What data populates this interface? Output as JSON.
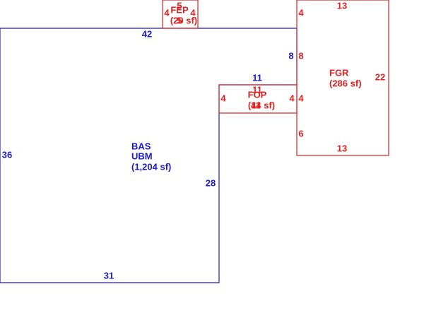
{
  "colors": {
    "main_structure": "#1a1acc",
    "addition": "#dd2222"
  },
  "areas": {
    "bas": {
      "code": "BAS",
      "subcode": "UBM",
      "area": "(1,204 sf)"
    },
    "fep": {
      "code": "FEP",
      "area": "(20 sf)"
    },
    "fop": {
      "code": "FOP",
      "area": "(44 sf)"
    },
    "fgr": {
      "code": "FGR",
      "area": "(286 sf)"
    }
  },
  "dimensions": {
    "bas_top": "42",
    "bas_left": "36",
    "bas_bottom": "31",
    "bas_right_lower": "28",
    "bas_right_upper": "8",
    "bas_notch_top": "11",
    "fep_top": "5",
    "fep_left": "4",
    "fep_right": "4",
    "fep_bottom": "5",
    "fop_top": "11",
    "fop_bottom": "11",
    "fop_left": "4",
    "fop_right": "4",
    "fgr_top": "13",
    "fgr_bottom": "13",
    "fgr_right": "22",
    "fgr_left_top": "4",
    "fgr_left_mid": "8",
    "fgr_left_fop": "4",
    "fgr_left_bottom": "6"
  }
}
